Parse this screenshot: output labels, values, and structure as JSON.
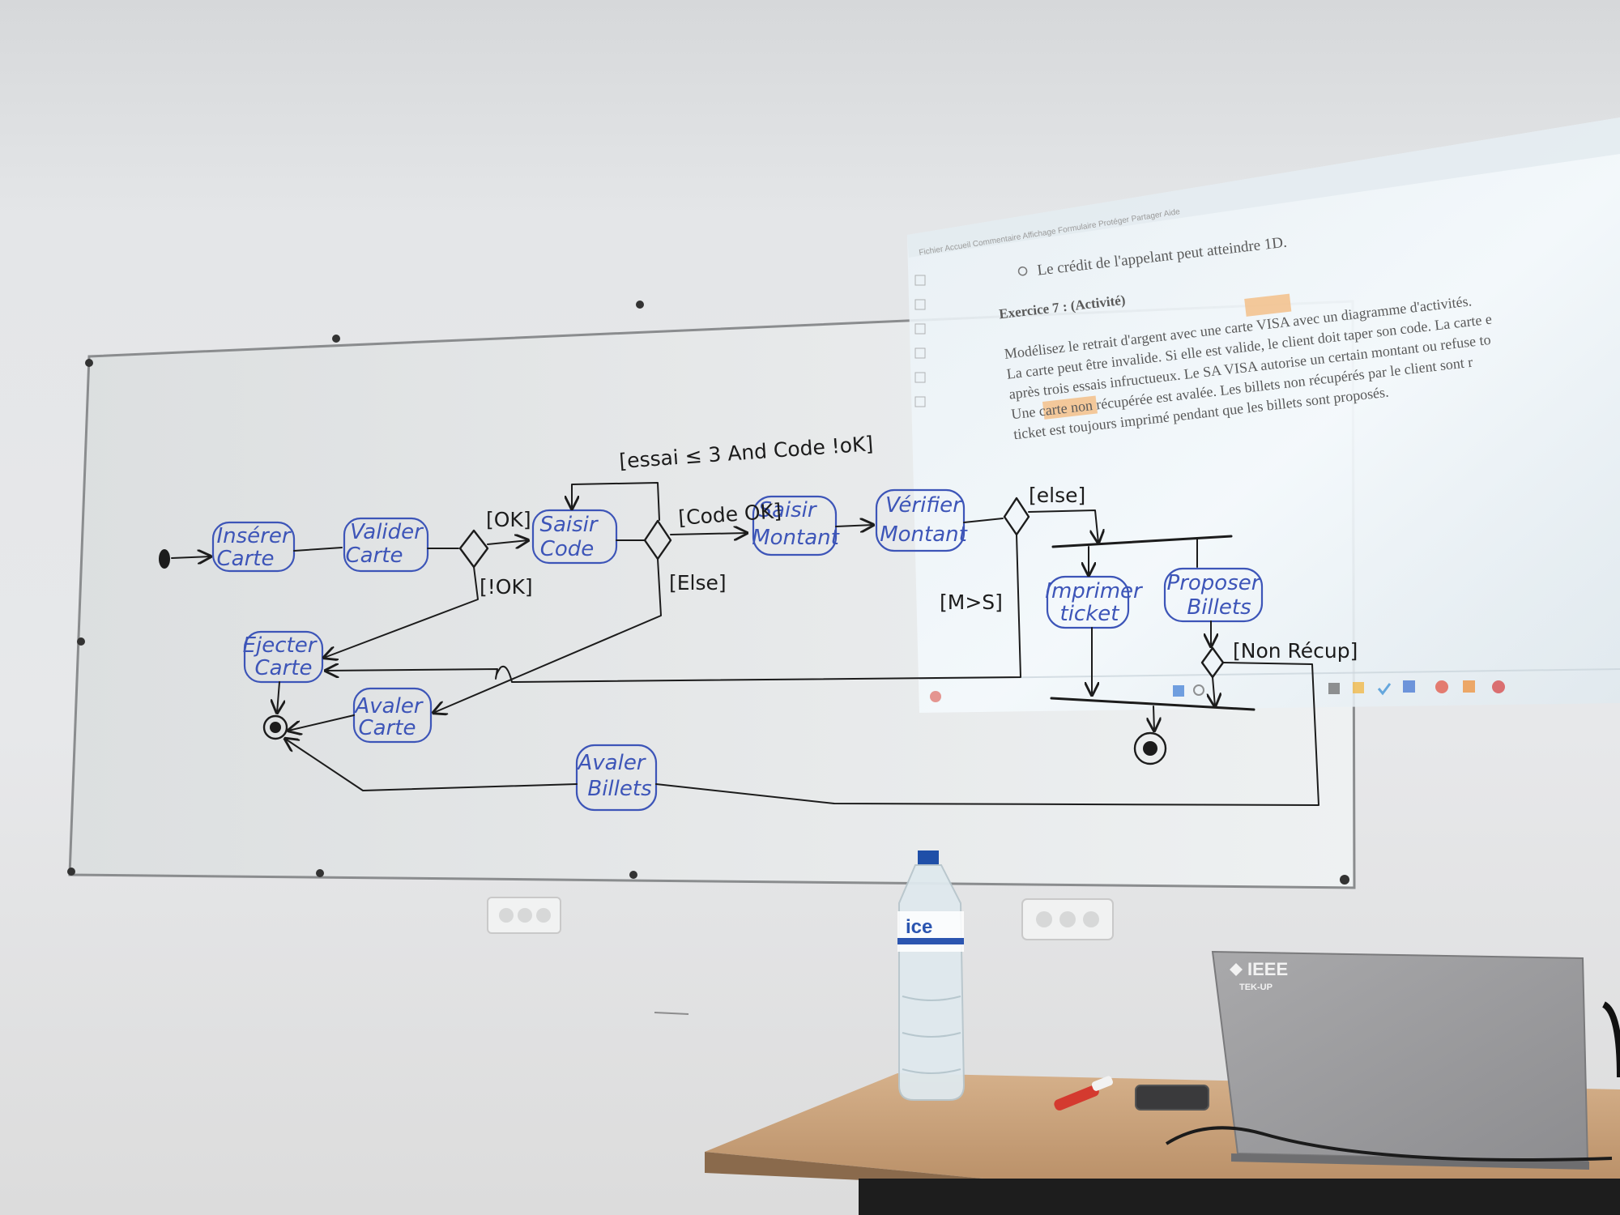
{
  "projection": {
    "bullet_line": "Le crédit de l'appelant peut atteindre 1D.",
    "exercise_title": "Exercice 7 : (Activité)",
    "paragraph": [
      "Modélisez le retrait d'argent avec une carte VISA avec un diagramme d'activités.",
      "La carte peut être invalide. Si elle est valide, le client doit taper son code. La carte e",
      "après trois essais infructueux. Le SA VISA autorise un certain montant ou refuse to",
      "Une carte non récupérée est avalée. Les billets non récupérés par le client sont r",
      "ticket est toujours imprimé pendant que les billets sont proposés."
    ]
  },
  "diagram": {
    "nodes": {
      "inserer_carte": [
        "Insérer",
        "Carte"
      ],
      "valider_carte": [
        "Valider",
        "Carte"
      ],
      "saisir_code": [
        "Saisir",
        "Code"
      ],
      "saisir_montant": [
        "Saisir",
        "Montant"
      ],
      "verifier_montant": [
        "Vérifier",
        "Montant"
      ],
      "imprimer_ticket": [
        "Imprimer",
        "ticket"
      ],
      "proposer_billets": [
        "Proposer",
        "Billets"
      ],
      "ejecter_carte": [
        "Ejecter",
        "Carte"
      ],
      "avaler_carte": [
        "Avaler",
        "Carte"
      ],
      "avaler_billets": [
        "Avaler",
        "Billets"
      ]
    },
    "guards": {
      "ok": "[OK]",
      "not_ok": "[!OK]",
      "loop": "[essai ≤ 3 And Code !oK]",
      "code_ok": "[Code OK]",
      "else_code": "[Else]",
      "else_montant": "[else]",
      "m_gt_s": "[M>S]",
      "non_recup": "[Non Récup]"
    }
  },
  "objects": {
    "bottle_brand": "ice",
    "laptop_brand": "IEEE",
    "laptop_sub": "TEK-UP"
  },
  "colors": {
    "wall": "#e4e6e8",
    "board": "#e3e5e6",
    "ink_black": "#1c1c1c",
    "ink_blue": "#3d55b8",
    "highlight": "#f3c08a",
    "desk": "#c9a27a",
    "laptop": "#9c9c9e"
  }
}
